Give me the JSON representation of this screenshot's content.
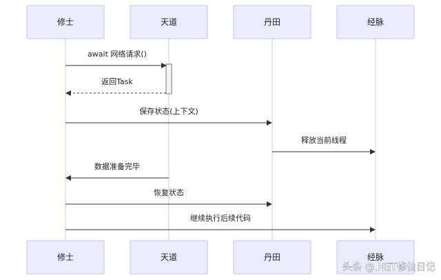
{
  "participants": [
    {
      "id": "xiushi",
      "label": "修士"
    },
    {
      "id": "tiandao",
      "label": "天道"
    },
    {
      "id": "dantian",
      "label": "丹田"
    },
    {
      "id": "jingmai",
      "label": "经脉"
    }
  ],
  "messages": [
    {
      "from": 0,
      "to": 1,
      "label": "await 网络请求()",
      "style": "solid"
    },
    {
      "from": 1,
      "to": 0,
      "label": "返回Task",
      "style": "dashed"
    },
    {
      "from": 0,
      "to": 2,
      "label": "保存状态(上下文)",
      "style": "solid"
    },
    {
      "from": 2,
      "to": 3,
      "label": "释放当前线程",
      "style": "solid"
    },
    {
      "from": 1,
      "to": 0,
      "label": "数据准备完毕",
      "style": "solid"
    },
    {
      "from": 0,
      "to": 2,
      "label": "恢复状态",
      "style": "solid"
    },
    {
      "from": 0,
      "to": 3,
      "label": "继续执行后续代码",
      "style": "solid"
    }
  ],
  "activation": {
    "participant": 1,
    "from_message": 0,
    "to_message": 1
  },
  "watermark": "头条 @.NET修仙日记",
  "colors": {
    "actor_fill": "#ececff",
    "actor_stroke": "#c4c4ee",
    "lifeline": "#c8c8f0",
    "arrow": "#333333"
  }
}
